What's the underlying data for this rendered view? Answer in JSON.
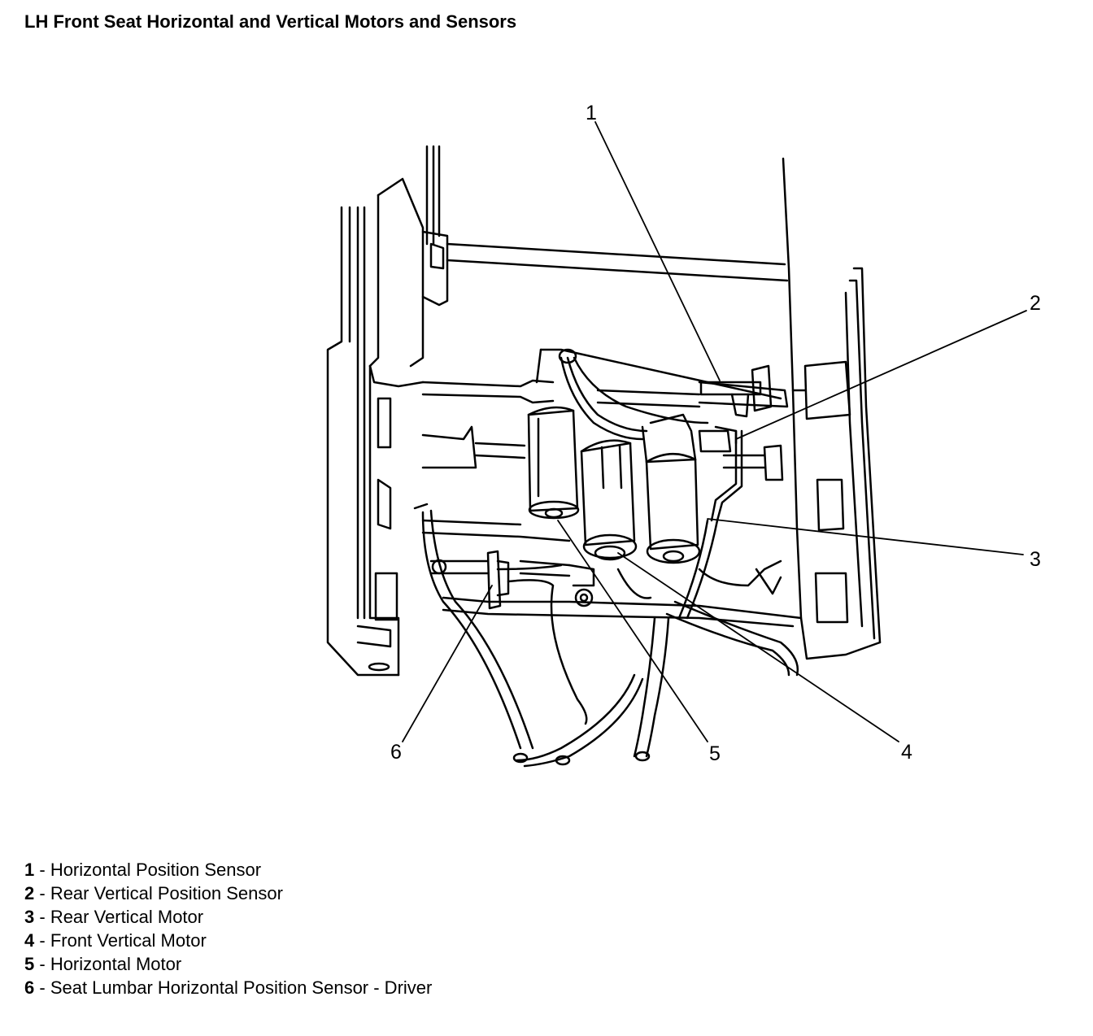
{
  "title": "LH Front Seat Horizontal and Vertical Motors and Sensors",
  "callouts": [
    "1",
    "2",
    "3",
    "4",
    "5",
    "6"
  ],
  "legend": [
    {
      "num": "1",
      "sep": " - ",
      "text": "Horizontal Position Sensor"
    },
    {
      "num": "2",
      "sep": " - ",
      "text": "Rear Vertical Position Sensor"
    },
    {
      "num": "3",
      "sep": " - ",
      "text": "Rear Vertical Motor"
    },
    {
      "num": "4",
      "sep": " - ",
      "text": "Front Vertical Motor"
    },
    {
      "num": "5",
      "sep": " - ",
      "text": "Horizontal Motor"
    },
    {
      "num": "6",
      "sep": " - ",
      "text": "Seat Lumbar Horizontal Position Sensor - Driver"
    }
  ]
}
